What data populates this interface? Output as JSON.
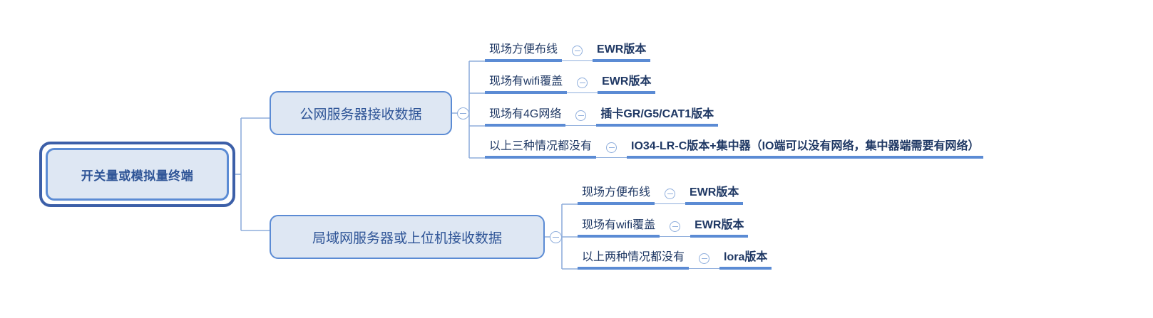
{
  "diagram": {
    "type": "mindmap",
    "colors": {
      "node_border": "#5B8BD4",
      "root_outer_border": "#3C5FA8",
      "node_fill": "#DEE7F3",
      "text": "#1F3864",
      "node_text": "#2F5597",
      "connector": "#8FAEDC",
      "underline": "#5B8BD4",
      "background": "#FFFFFF"
    },
    "root": {
      "label": "开关量或模拟量终端"
    },
    "branches": [
      {
        "label": "公网服务器接收数据",
        "toggle_icon": "collapse-circle-icon",
        "children": [
          {
            "condition": "现场方便布线",
            "toggle_icon": "collapse-circle-icon",
            "result": "EWR版本"
          },
          {
            "condition": "现场有wifi覆盖",
            "toggle_icon": "collapse-circle-icon",
            "result": "EWR版本"
          },
          {
            "condition": "现场有4G网络",
            "toggle_icon": "collapse-circle-icon",
            "result": "插卡GR/G5/CAT1版本"
          },
          {
            "condition": "以上三种情况都没有",
            "toggle_icon": "collapse-circle-icon",
            "result": "IO34-LR-C版本+集中器（IO端可以没有网络，集中器端需要有网络）"
          }
        ]
      },
      {
        "label": "局域网服务器或上位机接收数据",
        "toggle_icon": "collapse-circle-icon",
        "children": [
          {
            "condition": "现场方便布线",
            "toggle_icon": "collapse-circle-icon",
            "result": "EWR版本"
          },
          {
            "condition": "现场有wifi覆盖",
            "toggle_icon": "collapse-circle-icon",
            "result": "EWR版本"
          },
          {
            "condition": "以上两种情况都没有",
            "toggle_icon": "collapse-circle-icon",
            "result": "lora版本"
          }
        ]
      }
    ]
  }
}
